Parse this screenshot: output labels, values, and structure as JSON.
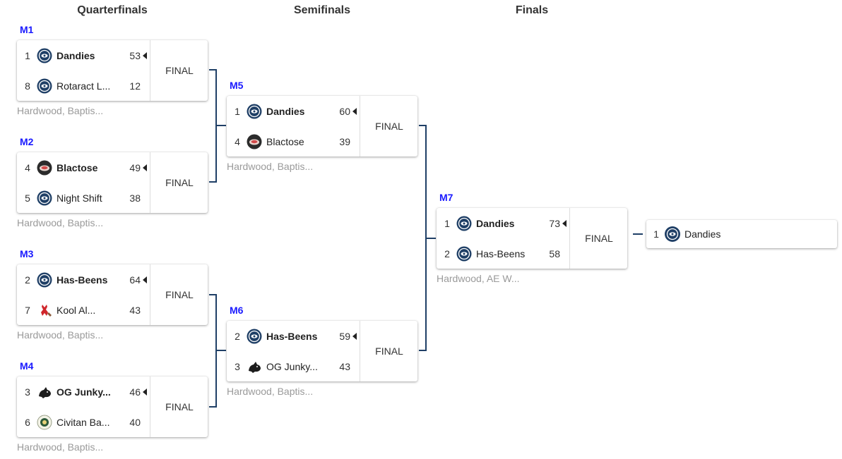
{
  "rounds": [
    "Quarterfinals",
    "Semifinals",
    "Finals"
  ],
  "matches": [
    {
      "label": "M1",
      "status": "FINAL",
      "venue": "Hardwood, Baptis...",
      "t1": {
        "seed": "1",
        "name": "Dandies",
        "score": "53",
        "logo": "eye-logo"
      },
      "t2": {
        "seed": "8",
        "name": "Rotaract L...",
        "score": "12",
        "logo": "eye-logo"
      }
    },
    {
      "label": "M2",
      "status": "FINAL",
      "venue": "Hardwood, Baptis...",
      "t1": {
        "seed": "4",
        "name": "Blactose",
        "score": "49",
        "logo": "dish-logo"
      },
      "t2": {
        "seed": "5",
        "name": "Night Shift",
        "score": "38",
        "logo": "eye-logo"
      }
    },
    {
      "label": "M3",
      "status": "FINAL",
      "venue": "Hardwood, Baptis...",
      "t1": {
        "seed": "2",
        "name": "Has-Beens",
        "score": "64",
        "logo": "eye-logo"
      },
      "t2": {
        "seed": "7",
        "name": "Kool Al...",
        "score": "43",
        "logo": "red-figure-logo"
      }
    },
    {
      "label": "M4",
      "status": "FINAL",
      "venue": "Hardwood, Baptis...",
      "t1": {
        "seed": "3",
        "name": "OG Junky...",
        "score": "46",
        "logo": "dog-logo"
      },
      "t2": {
        "seed": "6",
        "name": "Civitan Ba...",
        "score": "40",
        "logo": "badge-logo"
      }
    },
    {
      "label": "M5",
      "status": "FINAL",
      "venue": "Hardwood, Baptis...",
      "t1": {
        "seed": "1",
        "name": "Dandies",
        "score": "60",
        "logo": "eye-logo"
      },
      "t2": {
        "seed": "4",
        "name": "Blactose",
        "score": "39",
        "logo": "dish-logo"
      }
    },
    {
      "label": "M6",
      "status": "FINAL",
      "venue": "Hardwood, Baptis...",
      "t1": {
        "seed": "2",
        "name": "Has-Beens",
        "score": "59",
        "logo": "eye-logo"
      },
      "t2": {
        "seed": "3",
        "name": "OG Junky...",
        "score": "43",
        "logo": "dog-logo"
      }
    },
    {
      "label": "M7",
      "status": "FINAL",
      "venue": "Hardwood, AE W...",
      "t1": {
        "seed": "1",
        "name": "Dandies",
        "score": "73",
        "logo": "eye-logo"
      },
      "t2": {
        "seed": "2",
        "name": "Has-Beens",
        "score": "58",
        "logo": "eye-logo"
      }
    }
  ],
  "champion": {
    "seed": "1",
    "name": "Dandies",
    "logo": "eye-logo"
  },
  "colors": {
    "accent": "#1a1aff",
    "connector": "#1f3f66",
    "logo_navy": "#1f3f66"
  }
}
